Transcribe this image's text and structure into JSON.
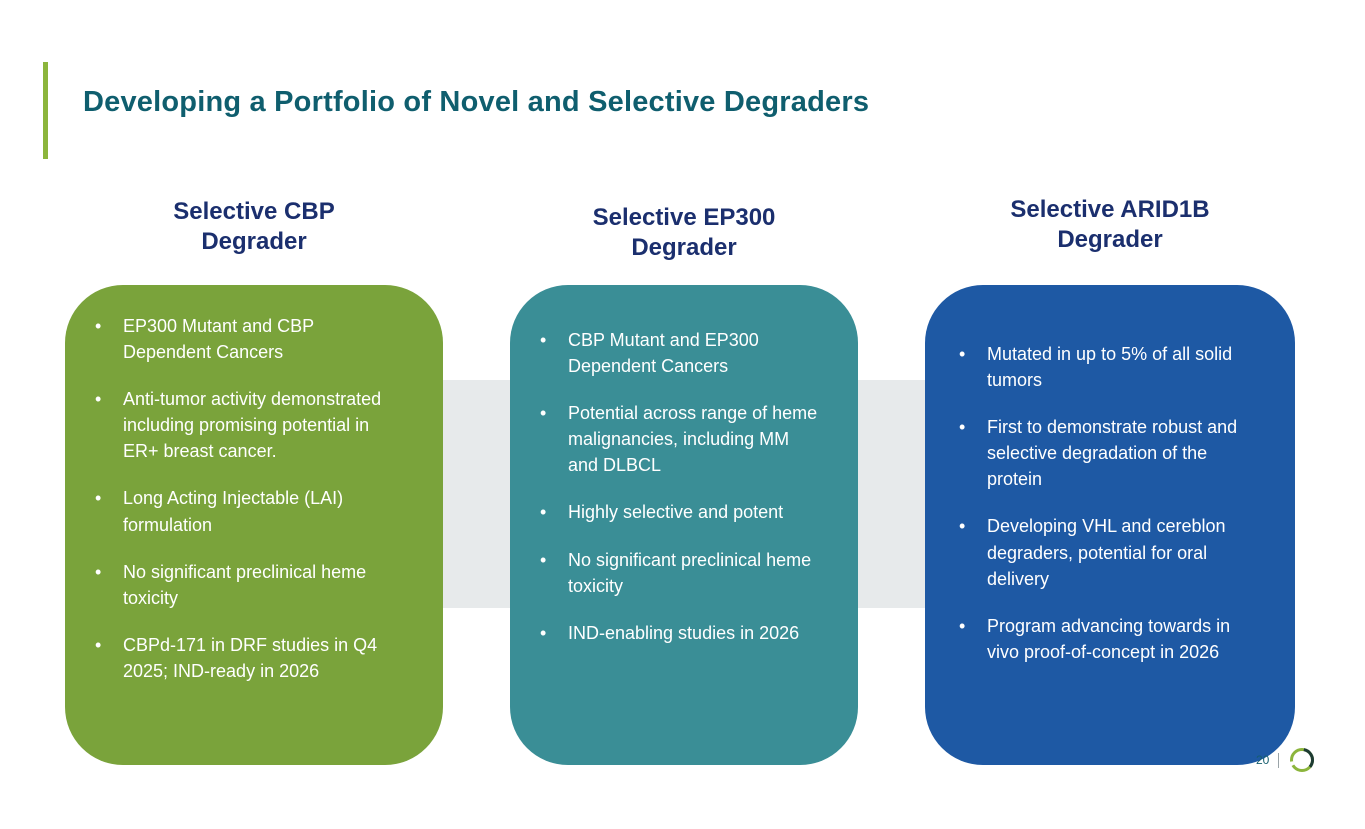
{
  "slide": {
    "title": "Developing a Portfolio of Novel and Selective Degraders",
    "page_number": "20"
  },
  "colors": {
    "title_text": "#0f5e6e",
    "accent_bar_green": "#8cb53c",
    "column_header_navy": "#1b2f6e",
    "card_cbp_green": "#7aa33b",
    "card_ep300_teal": "#3a8e96",
    "card_arid1b_blue": "#1e59a4",
    "background_band_gray": "#e7eaeb",
    "bullet_text_white": "#ffffff"
  },
  "icons": {
    "company_logo": "circular-ring-logo"
  },
  "columns": [
    {
      "id": "cbp",
      "title": "Selective CBP Degrader",
      "bullets": [
        "EP300 Mutant and CBP Dependent Cancers",
        "Anti-tumor activity demonstrated including promising potential in ER+ breast cancer.",
        "Long Acting Injectable (LAI) formulation",
        "No significant preclinical heme toxicity",
        "CBPd-171 in DRF studies in Q4 2025; IND-ready in 2026"
      ]
    },
    {
      "id": "ep300",
      "title": "Selective EP300 Degrader",
      "bullets": [
        "CBP Mutant and EP300 Dependent Cancers",
        "Potential across range of heme malignancies, including MM and DLBCL",
        "Highly selective and potent",
        "No significant preclinical heme toxicity",
        "IND-enabling studies in 2026"
      ]
    },
    {
      "id": "arid1b",
      "title": "Selective ARID1B Degrader",
      "bullets": [
        "Mutated in up to 5% of all solid tumors",
        "First to demonstrate robust and selective degradation of the protein",
        "Developing VHL and cereblon degraders, potential for oral delivery",
        "Program advancing towards in vivo proof-of-concept in 2026"
      ]
    }
  ]
}
